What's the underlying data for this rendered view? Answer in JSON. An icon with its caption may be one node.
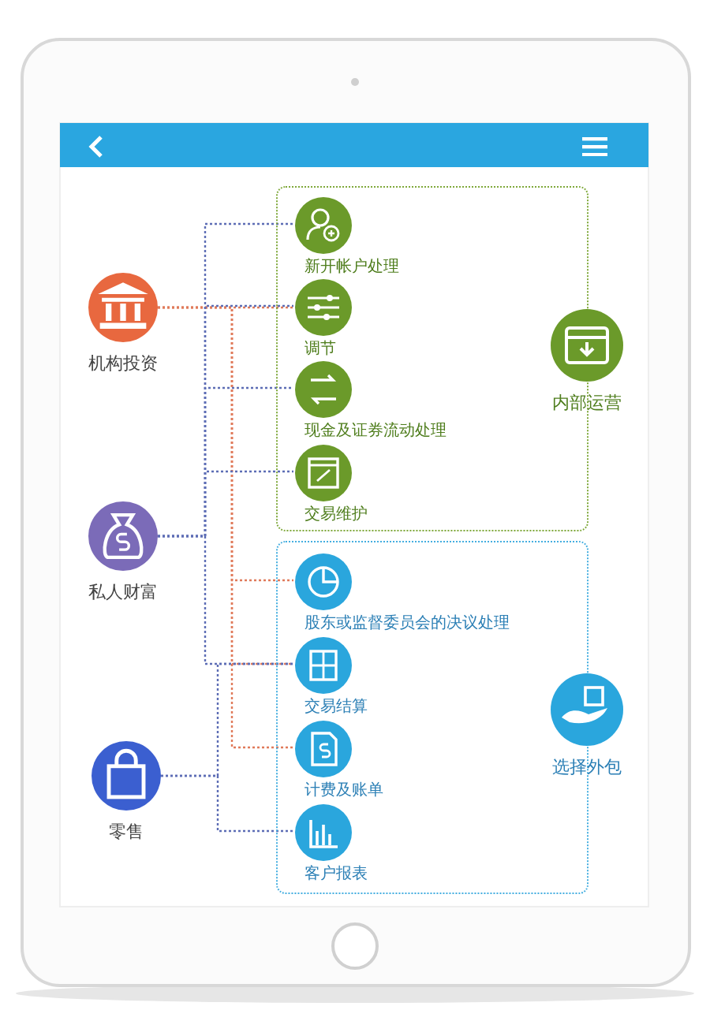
{
  "diagram": {
    "nodes": [
      {
        "text": [
          "机构投资"
        ]
      },
      {
        "text": [
          "私人财富"
        ]
      },
      {
        "text": [
          "零售"
        ]
      },
      {
        "text": [],
        "shape": "box"
      },
      {
        "text": [
          "新开帐户处理"
        ],
        "in": 3
      },
      {
        "text": [
          "调节"
        ],
        "in": 3
      },
      {
        "text": [
          "现金及证券流动处理"
        ],
        "in": 3
      },
      {
        "text": [
          "交易维护"
        ],
        "in": 3
      },
      {
        "text": [
          "内部运营"
        ],
        "in": 3
      },
      {
        "text": [],
        "shape": "box"
      },
      {
        "text": [
          "股东或监督委员会的决议处理"
        ],
        "in": 9
      },
      {
        "text": [
          "交易结算"
        ],
        "in": 9
      },
      {
        "text": [
          "计费及账单"
        ],
        "in": 9
      },
      {
        "text": [
          "客户报表"
        ],
        "in": 9
      },
      {
        "text": [
          "选择外包"
        ],
        "in": 9
      }
    ],
    "edges": [
      {
        "from": 0,
        "to": 5,
        "arrow": "none",
        "color": "#e07a5a"
      },
      {
        "from": 0,
        "to": 10,
        "arrow": "none",
        "color": "#e07a5a"
      },
      {
        "from": 0,
        "to": 11,
        "arrow": "none",
        "color": "#e07a5a"
      },
      {
        "from": 0,
        "to": 12,
        "arrow": "none",
        "color": "#e07a5a"
      },
      {
        "from": 1,
        "to": 4,
        "arrow": "none"
      },
      {
        "from": 1,
        "to": 5,
        "arrow": "none"
      },
      {
        "from": 1,
        "to": 6,
        "arrow": "none"
      },
      {
        "from": 1,
        "to": 7,
        "arrow": "none"
      },
      {
        "from": 1,
        "to": 11,
        "arrow": "none"
      },
      {
        "from": 2,
        "to": 11,
        "arrow": "none"
      },
      {
        "from": 2,
        "to": 13,
        "arrow": "none"
      }
    ]
  }
}
